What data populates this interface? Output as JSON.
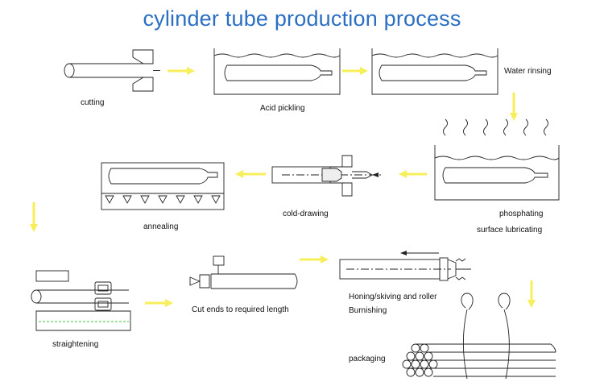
{
  "title": "cylinder tube production process",
  "colors": {
    "title": "#2a6fc2",
    "arrow": "#f7ef5a",
    "line": "#222222",
    "dashed": "#3ec63e"
  },
  "steps": {
    "cutting": "cutting",
    "acid_pickling": "Acid pickling",
    "water_rinsing": "Water rinsing",
    "phosphating": "phosphating",
    "surface_lubricating": "surface lubricating",
    "cold_drawing": "cold-drawing",
    "annealing": "annealing",
    "straightening": "straightening",
    "cut_ends": "Cut ends to required length",
    "honing_line1": "Honing/skiving and roller",
    "honing_line2": "Burnishing",
    "packaging": "packaging"
  }
}
